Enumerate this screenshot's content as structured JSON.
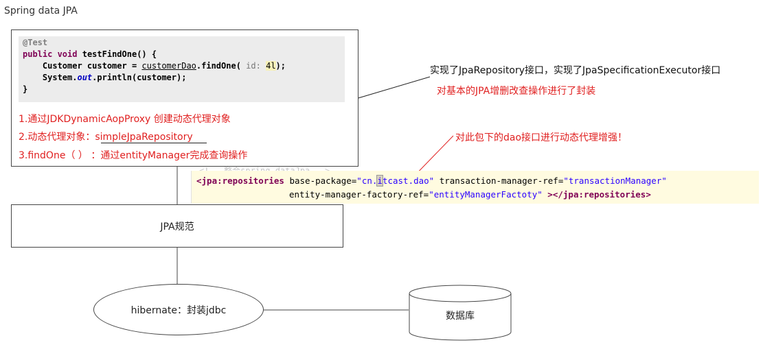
{
  "title": "Spring data JPA",
  "code": {
    "annotation": "@Test",
    "line1_kw": "public void",
    "line1_name": "testFindOne() {",
    "line2_type": "Customer customer =",
    "line2_obj": "customerDao",
    "line2_call": ".findOne(",
    "line2_param": "id:",
    "line2_num": "4l",
    "line2_end": ");",
    "line3_a": "System.",
    "line3_out": "out",
    "line3_b": ".println(customer);",
    "line4": "}"
  },
  "steps": {
    "step1": "1.通过JDKDynamicAopProxy 创建动态代理对象",
    "step2_prefix": "2.动态代理对象：",
    "step2_value": "simpleJpaRepository",
    "step3": "3.findOne（ ） ：通过entityManager完成查询操作"
  },
  "notes": {
    "implements": "实现了JpaRepository接口，实现了JpaSpecificationExecutor接口",
    "crud": "对基本的JPA增删改查操作进行了封装",
    "proxy": "对此包下的dao接口进行动态代理增强！"
  },
  "xml": {
    "faint_line": "<!-- 整合spring dataJpa -->",
    "open_tag": "<jpa:repositories",
    "base_pkg_attr": " base-package=",
    "base_pkg_a": "\"cn.",
    "base_pkg_hl": "i",
    "base_pkg_b": "tcast.dao\"",
    "tx_attr": " transaction-manager-ref=",
    "tx_val": "\"transactionManager\"",
    "emf_attr": "entity-manager-factory-ref=",
    "emf_val": "\"entityManagerFactoty\"",
    "close_a": " ></",
    "close_tag": "jpa:repositories",
    "close_b": ">"
  },
  "boxes": {
    "jpa_spec": "JPA规范",
    "hibernate": "hibernate：封装jdbc",
    "database": "数据库"
  },
  "colors": {
    "annotation_red": "#e02020",
    "keyword": "#7f0055",
    "xml_panel": "#fffbe0"
  }
}
